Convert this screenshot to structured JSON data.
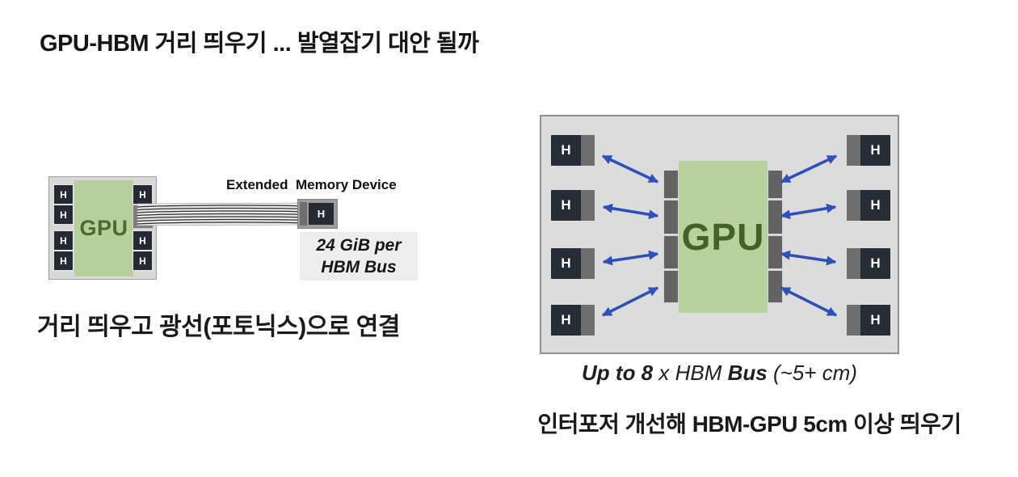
{
  "title": "GPU-HBM 거리 띄우기 ... 발열잡기 대안 될까",
  "left_diagram": {
    "gpu_label": "GPU",
    "hbm_label": "H",
    "memory_device_title": "Extended  Memory Device",
    "memory_chip_label": "H",
    "capacity_line1": "24 GiB per",
    "capacity_line2": "HBM Bus",
    "caption": "거리 띄우고 광선(포토닉스)으로 연결"
  },
  "right_diagram": {
    "gpu_label": "GPU",
    "hbm_label": "H",
    "bus_note": {
      "bold1": "Up to 8",
      "plain1": " x HBM ",
      "bold2": "Bus",
      "plain2": " (~5+ cm)"
    },
    "caption": "인터포저 개선해 HBM-GPU 5cm 이상 띄우기"
  },
  "colors": {
    "gpu_green": "#b7d09b",
    "gpu_text_green": "#4c6a2e",
    "hbm_dark": "#262b33",
    "connector_gray": "#6e6e6e",
    "package_gray": "#d8d8d8",
    "board_gray": "#dcdcdc",
    "arrow_blue": "#2d51b8",
    "note_bg": "#ededed"
  }
}
